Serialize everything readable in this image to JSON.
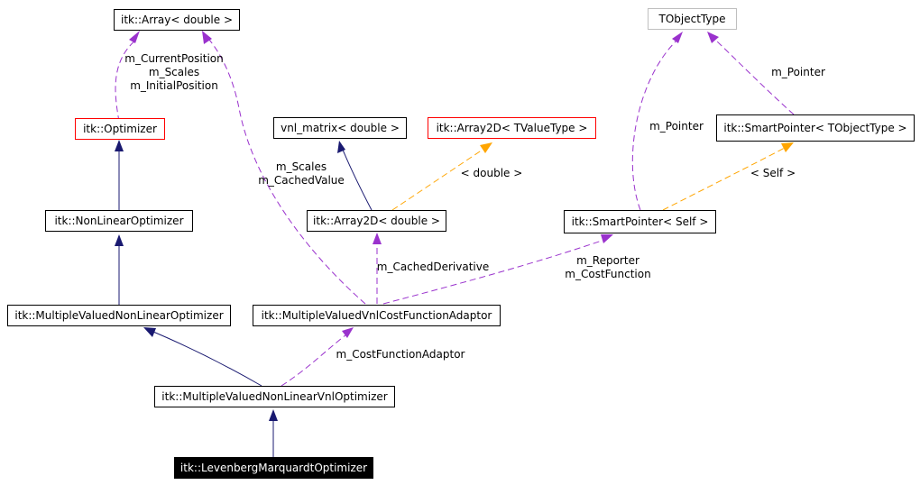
{
  "colors": {
    "inheritance": "#191970",
    "usage": "#9a32cd",
    "template": "#ffa500",
    "node_border": "#000000",
    "undocumented_border": "#ff0000",
    "external_border": "#bfbfbf",
    "focus_fill": "#000000"
  },
  "nodes": {
    "array_double": "itk::Array< double >",
    "optimizer": "itk::Optimizer",
    "nonlinear_optimizer": "itk::NonLinearOptimizer",
    "multiple_valued_nonlinear_optimizer": "itk::MultipleValuedNonLinearOptimizer",
    "multiple_valued_nonlinear_vnl_optimizer": "itk::MultipleValuedNonLinearVnlOptimizer",
    "levenberg_marquardt_optimizer": "itk::LevenbergMarquardtOptimizer",
    "vnl_matrix_double": "vnl_matrix< double >",
    "array2d_tvaluetype": "itk::Array2D< TValueType >",
    "array2d_double": "itk::Array2D< double >",
    "cost_function_adaptor": "itk::MultipleValuedVnlCostFunctionAdaptor",
    "tobjecttype": "TObjectType",
    "smartpointer_tobjecttype": "itk::SmartPointer< TObjectType >",
    "smartpointer_self": "itk::SmartPointer< Self >"
  },
  "edge_labels": {
    "optimizer_array": [
      "m_CurrentPosition",
      "m_Scales",
      "m_InitialPosition"
    ],
    "adaptor_array": [
      "m_Scales",
      "m_CachedValue"
    ],
    "array2d_template": [
      "< double >"
    ],
    "adaptor_array2d": [
      "m_CachedDerivative"
    ],
    "adaptor_smartpointer": [
      "m_Reporter",
      "m_CostFunction"
    ],
    "vnl_optimizer_adaptor": [
      "m_CostFunctionAdaptor"
    ],
    "smartpointer_tobject": [
      "m_Pointer"
    ],
    "smartself_tobject": [
      "m_Pointer"
    ],
    "smartpointer_template": [
      "< Self >"
    ]
  }
}
